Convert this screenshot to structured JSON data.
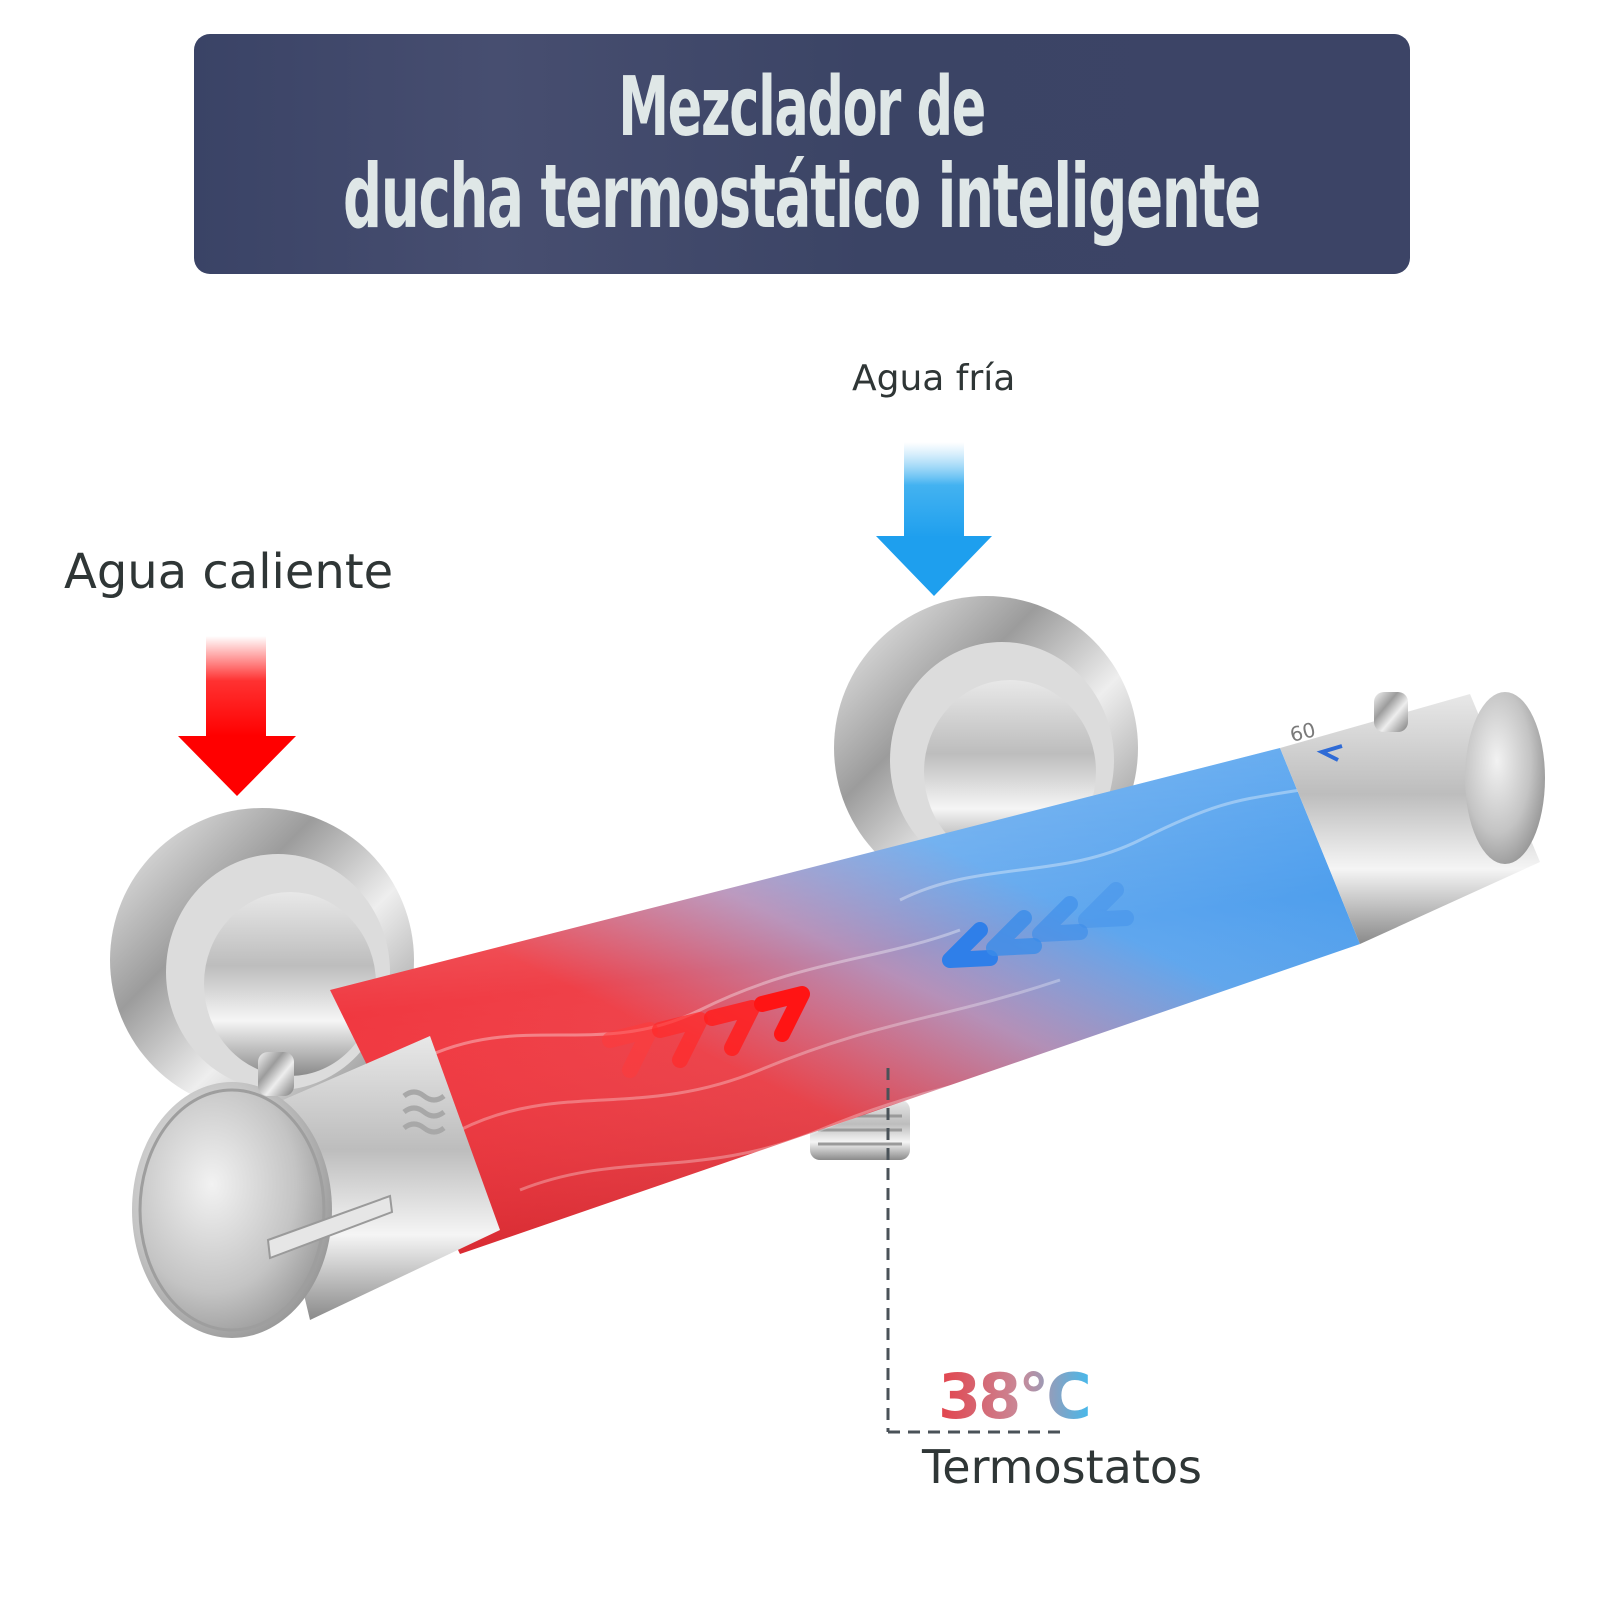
{
  "banner": {
    "title_line1": "Mezclador de",
    "title_line2": "ducha termostático inteligente"
  },
  "labels": {
    "hot_water": "Agua caliente",
    "cold_water": "Agua fría",
    "thermostat": "Termostatos"
  },
  "temperature": {
    "value": "38°C"
  },
  "colors": {
    "banner": "#3b4466",
    "hot": "#ff1a1a",
    "cold": "#2aa8f0",
    "text": "#2f3636"
  },
  "icons": [
    "hot-arrow-icon",
    "cold-arrow-icon",
    "flow-chevrons-icon",
    "wave-icon"
  ]
}
